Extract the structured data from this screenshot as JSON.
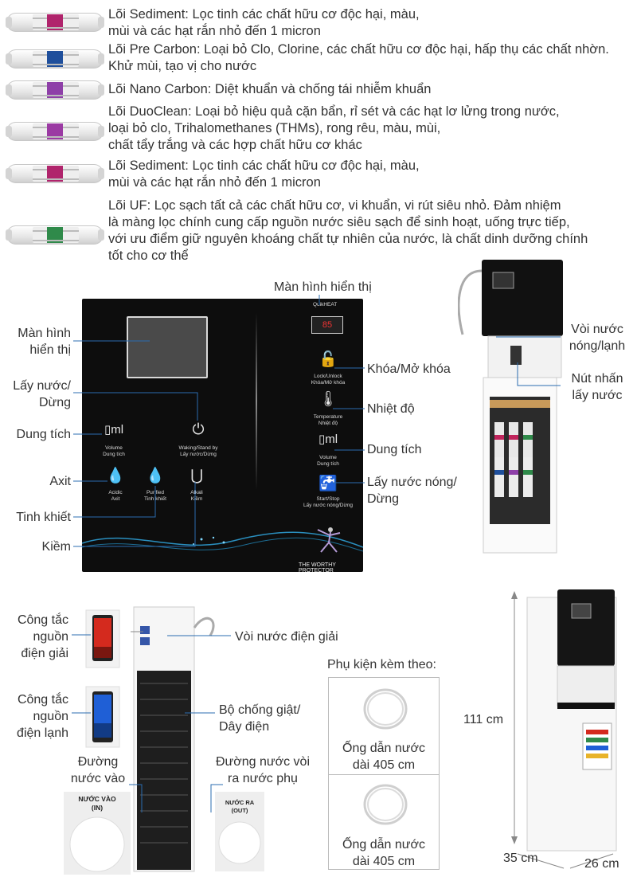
{
  "filters": [
    {
      "text": "Lõi Sediment: Lọc tinh các chất hữu cơ độc hại, màu,\nmùi và các hạt rắn nhỏ đến 1 micron",
      "color": "#b0246c"
    },
    {
      "text": "Lõi Pre Carbon: Loại bỏ Clo, Clorine, các chất hữu cơ độc hại, hấp thụ các chất nhờn.\nKhử mùi, tạo vị cho nước",
      "color": "#1f4f9c"
    },
    {
      "text": "Lõi Nano Carbon: Diệt khuẩn và chống tái nhiễm khuẩn",
      "color": "#8e3fa8"
    },
    {
      "text": "Lõi DuoClean: Loại bỏ hiệu quả cặn bẩn, rỉ sét và các hạt lơ lửng trong nước,\nloại bỏ clo, Trihalomethanes (THMs), rong rêu, màu, mùi,\nchất tẩy trắng và các hợp chất hữu cơ khác",
      "color": "#9b3aa3"
    },
    {
      "text": "Lõi Sediment: Lọc tinh các chất hữu cơ độc hại, màu,\nmùi và các hạt rắn nhỏ đến 1 micron",
      "color": "#b0246c"
    },
    {
      "text": "Lõi UF: Lọc sạch tất cả các chất hữu cơ, vi khuẩn, vi rút siêu nhỏ. Đảm nhiệm\nlà màng lọc chính cung cấp nguồn nước siêu sạch để sinh hoạt, uống trực tiếp,\nvới ưu điểm giữ nguyên khoáng chất tự nhiên của nước, là chất dinh dưỡng chính\ntốt cho cơ thể",
      "color": "#2f8a4a"
    }
  ],
  "panel": {
    "brand_small": "QuikHEAT",
    "led_value": "85",
    "labels": {
      "volume_left": "Volume\nDung tích",
      "waking": "Waking/Stand by\nLấy nước/Dừng",
      "acidic": "Acidic\nAxit",
      "purified": "Purified\nTinh khiết",
      "alkali": "Alkali\nKiềm",
      "lock": "Lock/Unlock\nKhóa/Mở khóa",
      "temperature": "Temperature\nNhiệt độ",
      "volume_right": "Volume\nDung tích",
      "startstop": "Start/Stop\nLấy nước nóng/Dừng"
    },
    "slogan": "THE WORTHY PROTECTOR"
  },
  "callouts": {
    "display_top": "Màn hình hiển thị",
    "display_left": "Màn hình\nhiển thị",
    "get_water": "Lấy nước/\nDừng",
    "volume_left": "Dung tích",
    "acid": "Axit",
    "pure": "Tinh khiết",
    "alkaline": "Kiềm",
    "lock": "Khóa/Mở khóa",
    "temp": "Nhiệt độ",
    "volume_right": "Dung tích",
    "hot_water": "Lấy nước nóng/\nDừng",
    "faucet_hotcold": "Vòi nước\nnóng/lạnh",
    "button_get": "Nút nhấn\nlấy nước",
    "switch_elec": "Công tắc\nnguồn\nđiện giải",
    "switch_cold": "Công tắc\nnguồn\nđiện lạnh",
    "faucet_elec": "Vòi nước điện giải",
    "shock_guard": "Bộ chống giật/\nDây điện",
    "water_in": "Đường\nnước vào",
    "water_out_aux": "Đường nước vòi\nra nước phụ",
    "in_label": "NƯỚC VÀO\n(IN)",
    "out_label": "NƯỚC RA\n(OUT)",
    "accessories": "Phụ kiện kèm theo:",
    "tube1": "Ống dẫn nước\ndài 405 cm",
    "tube2": "Ống dẫn nước\ndài 405 cm",
    "height": "111 cm",
    "depth": "35 cm",
    "width": "26 cm"
  },
  "colors": {
    "switch_red": "#d42a1e",
    "switch_blue": "#1f5fd6",
    "panel_bg": "#0d0d0d"
  }
}
